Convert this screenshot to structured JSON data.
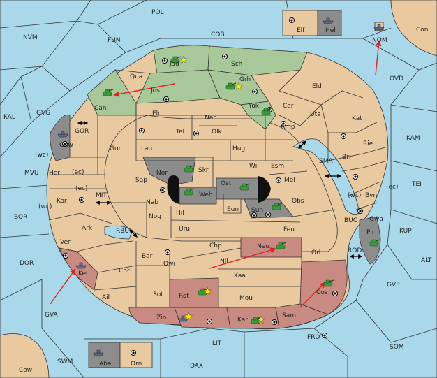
{
  "colors": {
    "sea": "#a8d8ea",
    "land": "#e8c9a0",
    "green_power": "#a9c89a",
    "red_power": "#c98a82",
    "grey_power": "#8c8c8c",
    "move_arrow": "#dd2222"
  },
  "labels": {
    "pol": "POL",
    "nvm": "NVM",
    "fun": "FUN",
    "cob": "COB",
    "elf": "Elf",
    "hel": "Hel",
    "nom": "NOM",
    "con": "Con",
    "ovd": "OVD",
    "kal": "KAL",
    "gvg": "GVG",
    "gor": "GOR",
    "gaw": "Gaw",
    "wc1": "(wc)",
    "ec1": "(ec)",
    "her": "Her",
    "mvu": "MVU",
    "ec2": "(ec)",
    "mit": "MIT",
    "kor": "Kor",
    "wc2": "(wc)",
    "bor": "BOR",
    "ark": "Ark",
    "rbu": "RBU",
    "ver": "Ver",
    "dor": "DOR",
    "ken": "Ken",
    "chr": "Chr",
    "ail": "Ail",
    "gva": "GVA",
    "swm": "SWM",
    "cow": "Cow",
    "aba": "Aba",
    "orn": "Orn",
    "lit": "LIT",
    "dax": "DAX",
    "fro": "FRO",
    "som": "SOM",
    "gvp": "GVP",
    "alt": "ALT",
    "kup": "KUP",
    "tei": "TEI",
    "kam": "KAM",
    "jad": "Jad",
    "sch": "Sch",
    "qua": "Qua",
    "jos": "Jos",
    "grh": "Grh",
    "can": "Can",
    "elc": "Elc",
    "nar": "Nar",
    "yok": "Yok",
    "car": "Car",
    "eld": "Eld",
    "uta": "Uta",
    "kat": "Kat",
    "tel": "Tel",
    "olk": "Olk",
    "amp": "Amp",
    "gur": "Gur",
    "lan": "Lan",
    "hug": "Hug",
    "rie": "Rie",
    "bri": "Bri",
    "sma": "SMA",
    "wil": "Wil",
    "esm": "Esm",
    "nor": "Nor",
    "skr": "Skr",
    "ost": "Ost",
    "sap": "Sap",
    "web": "Web",
    "mel": "Mel",
    "wc3": "(wc)",
    "byn": "Byn",
    "ec3": "(ec)",
    "nab": "Nab",
    "eun": "Eun",
    "sun": "Sun",
    "obs": "Obs",
    "gwa": "Gwa",
    "hil": "Hil",
    "nog": "Nog",
    "buc": "BUC",
    "uru": "Uru",
    "feu": "Feu",
    "pir": "Pir",
    "chp": "Chp",
    "neu": "Neu",
    "bar": "Bar",
    "qwi": "Qwi",
    "nil": "Nil",
    "orl": "Orl",
    "rod": "ROD",
    "kaa": "Kaa",
    "rot": "Rot",
    "sot": "Sot",
    "cos": "Cos",
    "mou": "Mou",
    "zin": "Zin",
    "kar": "Kar",
    "sam": "Sam"
  },
  "units": [
    {
      "province": "Jad",
      "type": "army",
      "power": "green",
      "star": true
    },
    {
      "province": "Grh",
      "type": "army",
      "power": "green",
      "star": true
    },
    {
      "province": "Can",
      "type": "army",
      "power": "green",
      "star": false
    },
    {
      "province": "Yok",
      "type": "army",
      "power": "green",
      "star": false
    },
    {
      "province": "Gaw",
      "type": "fleet",
      "power": "grey",
      "star": false
    },
    {
      "province": "Nor",
      "type": "army",
      "power": "grey",
      "star": false
    },
    {
      "province": "Web",
      "type": "army",
      "power": "grey",
      "star": false
    },
    {
      "province": "Ost",
      "type": "army",
      "power": "grey",
      "star": false
    },
    {
      "province": "Sun",
      "type": "army",
      "power": "grey",
      "star": false
    },
    {
      "province": "Pir",
      "type": "army",
      "power": "grey",
      "star": false
    },
    {
      "province": "Hel",
      "type": "fleet",
      "power": "grey",
      "star": false
    },
    {
      "province": "NOM",
      "type": "fleet",
      "power": "grey",
      "star": false
    },
    {
      "province": "Aba",
      "type": "fleet",
      "power": "grey",
      "star": false
    },
    {
      "province": "Ken",
      "type": "fleet",
      "power": "red",
      "star": false
    },
    {
      "province": "Neu",
      "type": "army",
      "power": "red",
      "star": false
    },
    {
      "province": "Rot",
      "type": "army",
      "power": "red",
      "star": true
    },
    {
      "province": "Zin",
      "type": "fleet",
      "power": "red",
      "star": true
    },
    {
      "province": "Kar",
      "type": "army",
      "power": "red",
      "star": true
    },
    {
      "province": "Cos",
      "type": "army",
      "power": "red",
      "star": false
    }
  ]
}
